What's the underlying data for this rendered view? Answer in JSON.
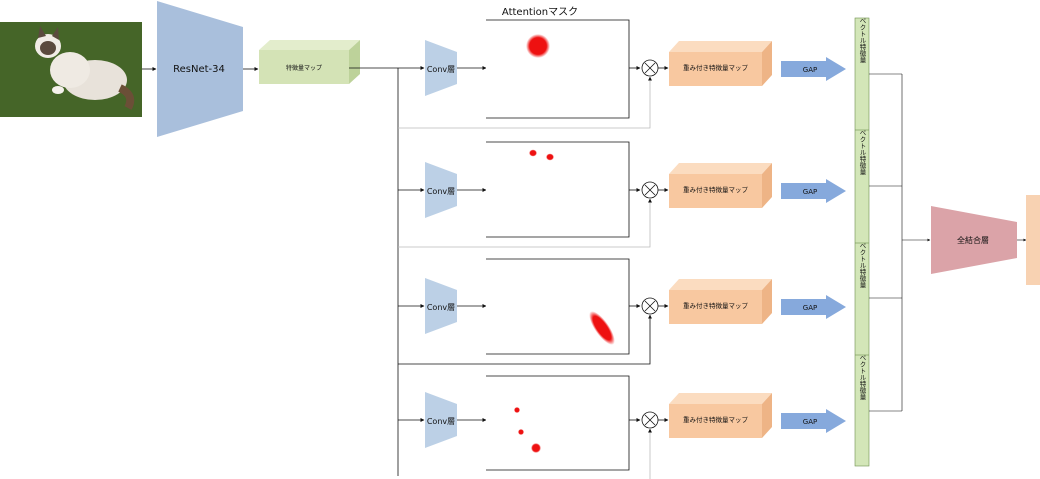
{
  "title": "Attentionマスク",
  "backbone": "ResNet-34",
  "feature_map": "特徴量マップ",
  "conv_label": "Conv層",
  "weighted_label": "重み付き特徴量マップ",
  "gap_label": "GAP",
  "vector_label": "ベクトル特徴量",
  "fc_label": "全結合層",
  "branch_count": 4,
  "colors": {
    "backbone": "#a9bfdc",
    "conv": "#bcd0e6",
    "feature_map": "#d4e3b6",
    "weighted_map": "#f8c8a0",
    "gap_arrow": "#86a9dc",
    "vector_bar": "#d3e6b8",
    "fc": "#dba3a8",
    "output": "#f8d2b2",
    "mask_spot": "#ee1111"
  },
  "icons": {
    "input_image": "cat-photo",
    "multiply": "multiply-circle-icon"
  }
}
